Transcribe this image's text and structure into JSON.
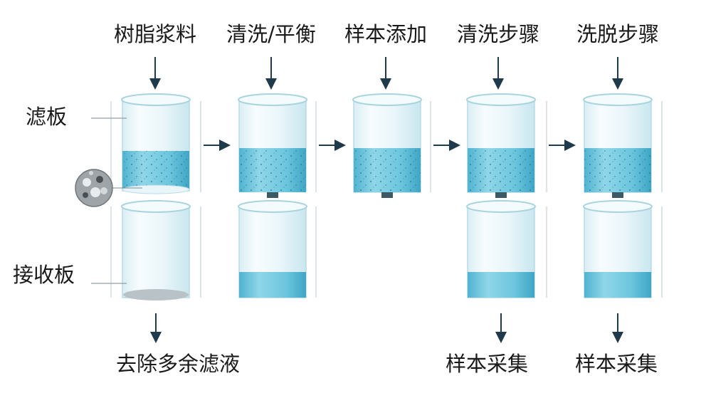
{
  "steps": [
    {
      "label": "树脂浆料"
    },
    {
      "label": "清洗/平衡"
    },
    {
      "label": "样本添加"
    },
    {
      "label": "清洗步骤"
    },
    {
      "label": "洗脱步骤"
    }
  ],
  "side_labels": {
    "filter_plate": "滤板",
    "receiver_plate": "接收板"
  },
  "bottom_labels": {
    "remove_filtrate": "去除多余滤液",
    "sample_collect_1": "样本采集",
    "sample_collect_2": "样本采集"
  },
  "colors": {
    "liquid": "#6cc6de",
    "glass": "#e9f6fa",
    "arrow": "#1f3a4a",
    "text": "#1a1a1a"
  }
}
